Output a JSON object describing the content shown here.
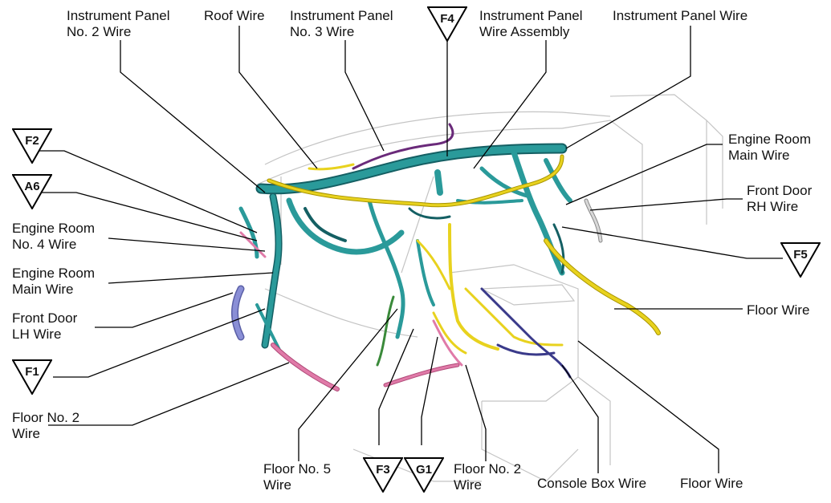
{
  "labels": {
    "ip2": {
      "line1": "Instrument Panel",
      "line2": "No. 2 Wire"
    },
    "roof": {
      "line1": "Roof Wire"
    },
    "ip3": {
      "line1": "Instrument Panel",
      "line2": "No. 3 Wire"
    },
    "ipwa": {
      "line1": "Instrument Panel",
      "line2": "Wire Assembly"
    },
    "ipw": {
      "line1": "Instrument Panel Wire"
    },
    "erm_right": {
      "line1": "Engine Room",
      "line2": "Main Wire"
    },
    "fd_rh": {
      "line1": "Front Door",
      "line2": "RH Wire"
    },
    "floor_right": {
      "line1": "Floor Wire"
    },
    "er4": {
      "line1": "Engine Room",
      "line2": "No. 4 Wire"
    },
    "erm_left": {
      "line1": "Engine Room",
      "line2": "Main Wire"
    },
    "fd_lh": {
      "line1": "Front Door",
      "line2": "LH Wire"
    },
    "floor2_left": {
      "line1": "Floor No. 2",
      "line2": "Wire"
    },
    "floor5": {
      "line1": "Floor No. 5",
      "line2": "Wire"
    },
    "floor2_bottom": {
      "line1": "Floor No. 2",
      "line2": "Wire"
    },
    "console": {
      "line1": "Console Box Wire"
    },
    "floor_bottom": {
      "line1": "Floor Wire"
    }
  },
  "connectors": {
    "f2": "F2",
    "a6": "A6",
    "f1": "F1",
    "f4": "F4",
    "f5": "F5",
    "f3": "F3",
    "g1": "G1"
  },
  "colors": {
    "harness_main": "#2a9a9a",
    "harness_dark": "#145f63",
    "floor_wire": "#e8d21e",
    "floor_no2_wire": "#e07aa8",
    "door_lh_wire": "#8a8fd6",
    "console_wire": "#3a3a8a",
    "floor_no5_wire": "#3a8a3a",
    "roof_wire": "#6a2a7a",
    "leader_line": "#000000",
    "outline": "#b8b8b8"
  }
}
